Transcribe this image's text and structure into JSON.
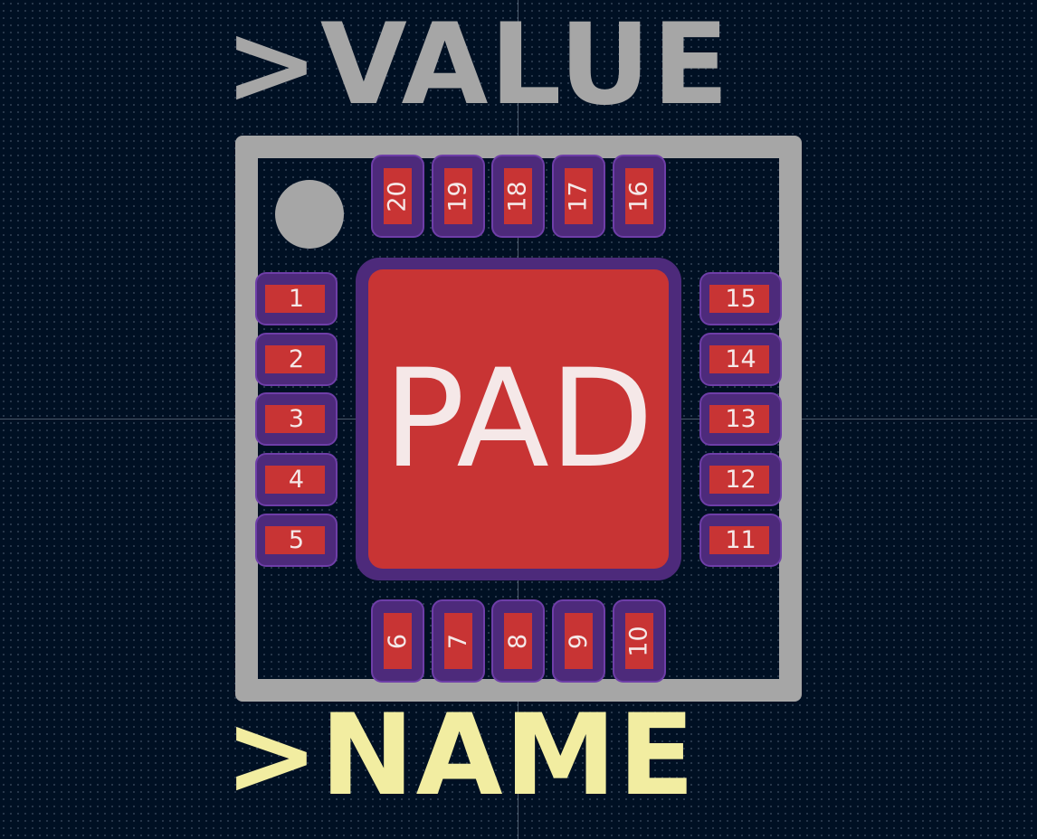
{
  "footprint": {
    "value_label": ">VALUE",
    "name_label": ">NAME",
    "center_pad_label": "PAD",
    "pads": {
      "left": [
        "1",
        "2",
        "3",
        "4",
        "5"
      ],
      "bottom": [
        "6",
        "7",
        "8",
        "9",
        "10"
      ],
      "right": [
        "11",
        "12",
        "13",
        "14",
        "15"
      ],
      "top": [
        "16",
        "17",
        "18",
        "19",
        "20"
      ]
    }
  },
  "colors": {
    "background": "#001023",
    "silkscreen": "#a6a6a6",
    "name_text": "#f2eda1",
    "copper": "#c83434",
    "solder_mask": "#4d2a7b"
  }
}
